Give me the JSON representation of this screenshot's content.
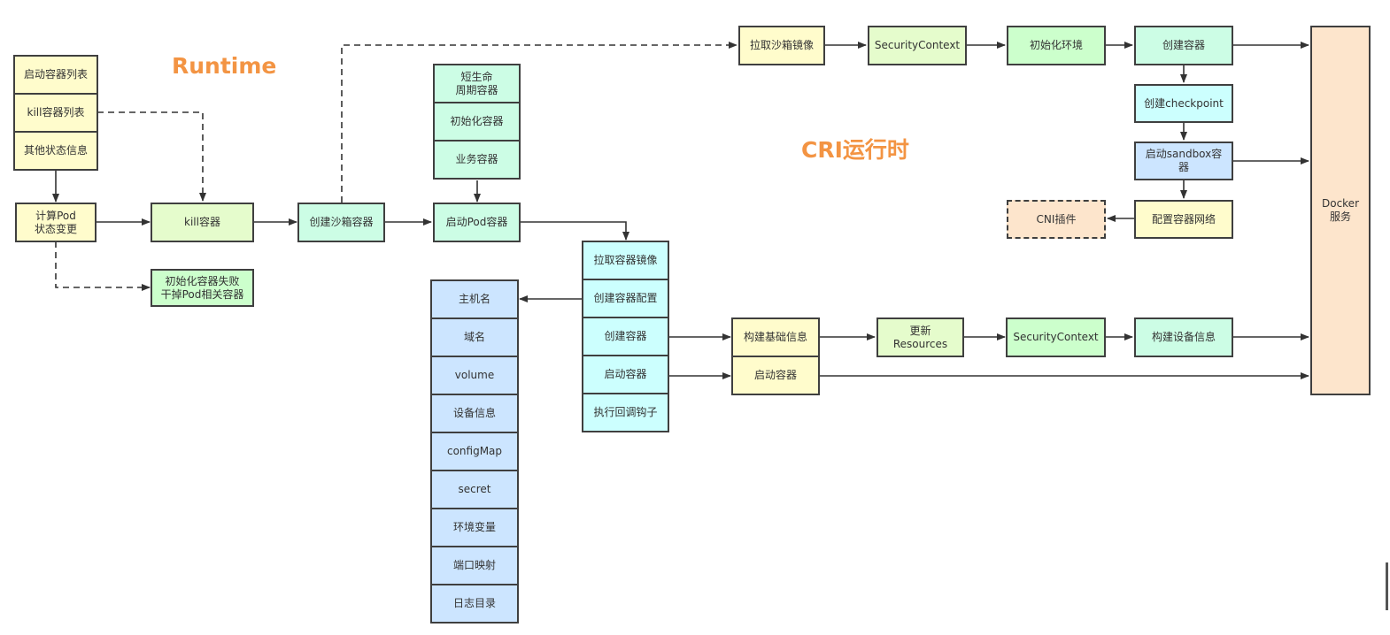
{
  "titles": {
    "runtime": "Runtime",
    "cri": "CRI运行时"
  },
  "colors": {
    "title_orange": "#f39443",
    "yellow": "#fffccc",
    "light_green": "#e5fccc",
    "green": "#ccffcc",
    "mint": "#ccfde5",
    "cyan": "#ccfffe",
    "blue": "#cce5ff",
    "peach": "#fde5cc",
    "border": "#3f3f3f"
  },
  "runtime": {
    "input_list": [
      "启动容器列表",
      "kill容器列表",
      "其他状态信息"
    ],
    "compute_pod_state": "计算Pod\n状态变更",
    "kill_container": "kill容器",
    "init_fail": "初始化容器失败\n干掉Pod相关容器",
    "create_sandbox": "创建沙箱容器",
    "container_types": [
      "短生命\n周期容器",
      "初始化容器",
      "业务容器"
    ],
    "start_pod_containers": "启动Pod容器"
  },
  "container_steps": [
    "拉取容器镜像",
    "创建容器配置",
    "创建容器",
    "启动容器",
    "执行回调钩子"
  ],
  "container_config": [
    "主机名",
    "域名",
    "volume",
    "设备信息",
    "configMap",
    "secret",
    "环境变量",
    "端口映射",
    "日志目录"
  ],
  "sandbox_flow": {
    "pull_sandbox_image": "拉取沙箱镜像",
    "security_context": "SecurityContext",
    "init_env": "初始化环境",
    "create_container": "创建容器",
    "create_checkpoint": "创建checkpoint",
    "start_sandbox": "启动sandbox容\n器",
    "config_network": "配置容器网络",
    "cni_plugin": "CNI插件"
  },
  "cri_container_flow": {
    "build_base_info": "构建基础信息",
    "start_container": "启动容器",
    "update_resources": "更新\nResources",
    "security_context": "SecurityContext",
    "build_device_info": "构建设备信息"
  },
  "docker_service": "Docker\n服务"
}
